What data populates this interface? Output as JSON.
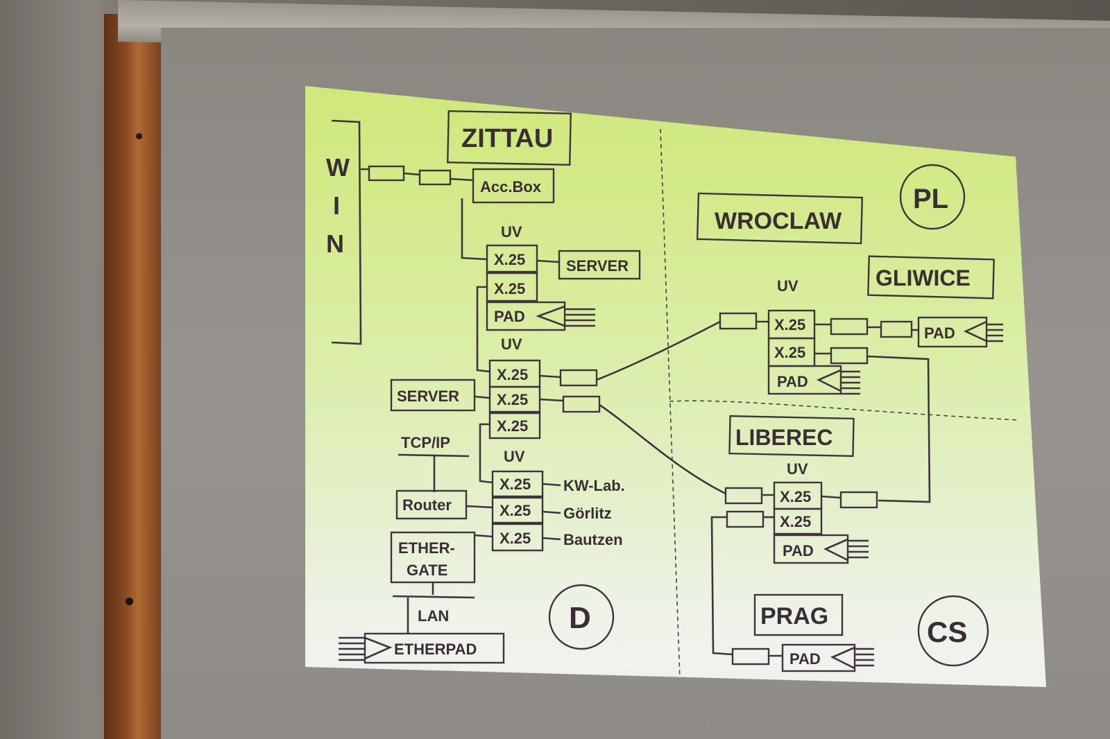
{
  "diagram": {
    "cities": {
      "zittau": "ZITTAU",
      "wroclaw": "WROCLAW",
      "gliwice": "GLIWICE",
      "liberec": "LIBEREC",
      "prag": "PRAG"
    },
    "countries": {
      "germany": "D",
      "poland": "PL",
      "czechoslovakia": "CS"
    },
    "win_letters": [
      "W",
      "I",
      "N"
    ],
    "labels": {
      "acc_box": "Acc.Box",
      "uv": "UV",
      "x25": "X.25",
      "server": "SERVER",
      "pad": "PAD",
      "tcp_ip": "TCP/IP",
      "router": "Router",
      "ether_gate_1": "ETHER-",
      "ether_gate_2": "GATE",
      "lan": "LAN",
      "etherpad": "ETHERPAD",
      "kw_lab": "KW-Lab.",
      "goerlitz": "Görlitz",
      "bautzen": "Bautzen"
    }
  },
  "colors": {
    "slide_top": "#cfe87a",
    "slide_bottom": "#f1f1ee",
    "ink": "#3f3340"
  }
}
